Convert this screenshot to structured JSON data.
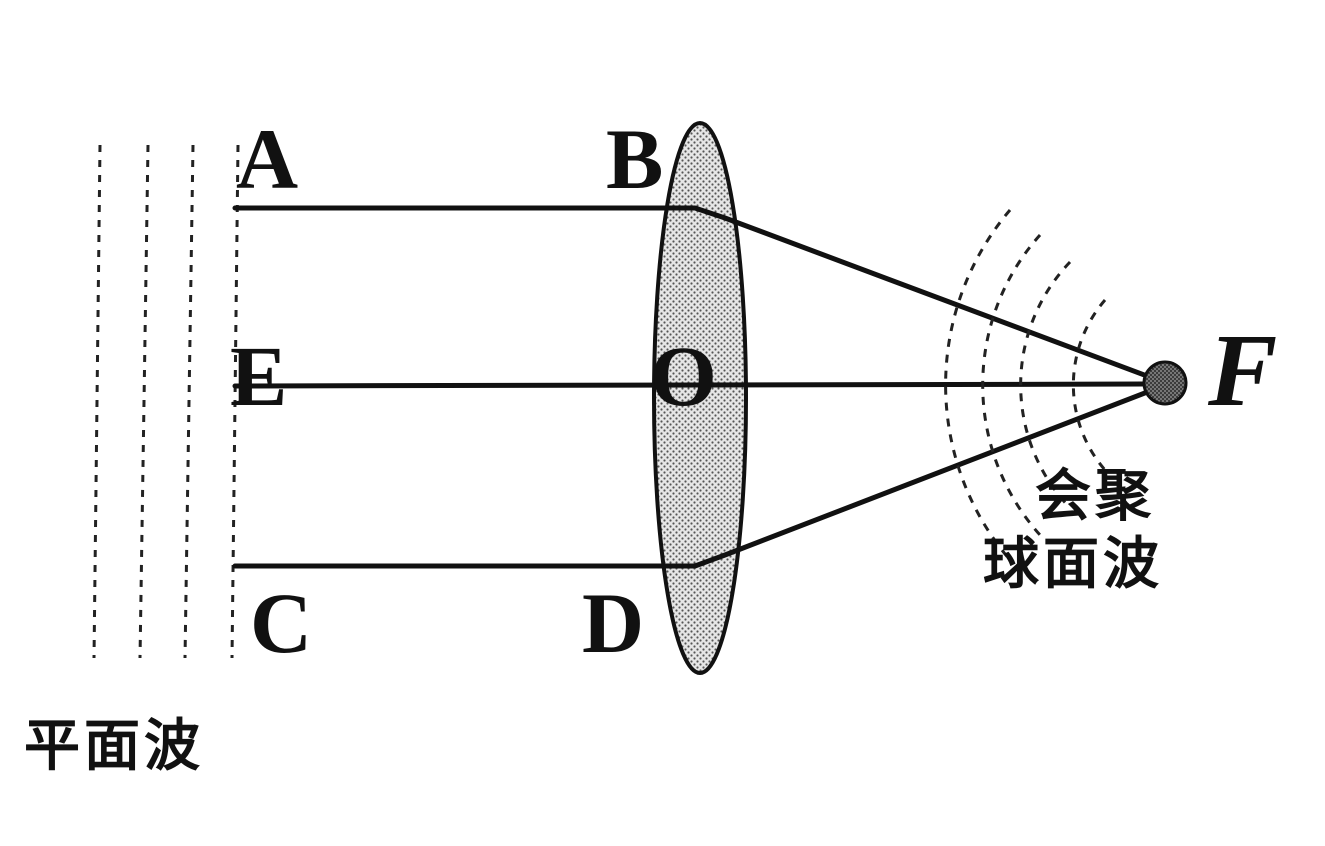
{
  "points": {
    "A": "A",
    "B": "B",
    "C": "C",
    "D": "D",
    "E": "E",
    "O": "O",
    "F": "F"
  },
  "captions": {
    "plane_wave": "平面波",
    "converging_line1": "会聚",
    "converging_line2": "球面波"
  },
  "colors": {
    "ink": "#111111",
    "lens_fill": "#c8c8c8",
    "background": "#ffffff"
  }
}
